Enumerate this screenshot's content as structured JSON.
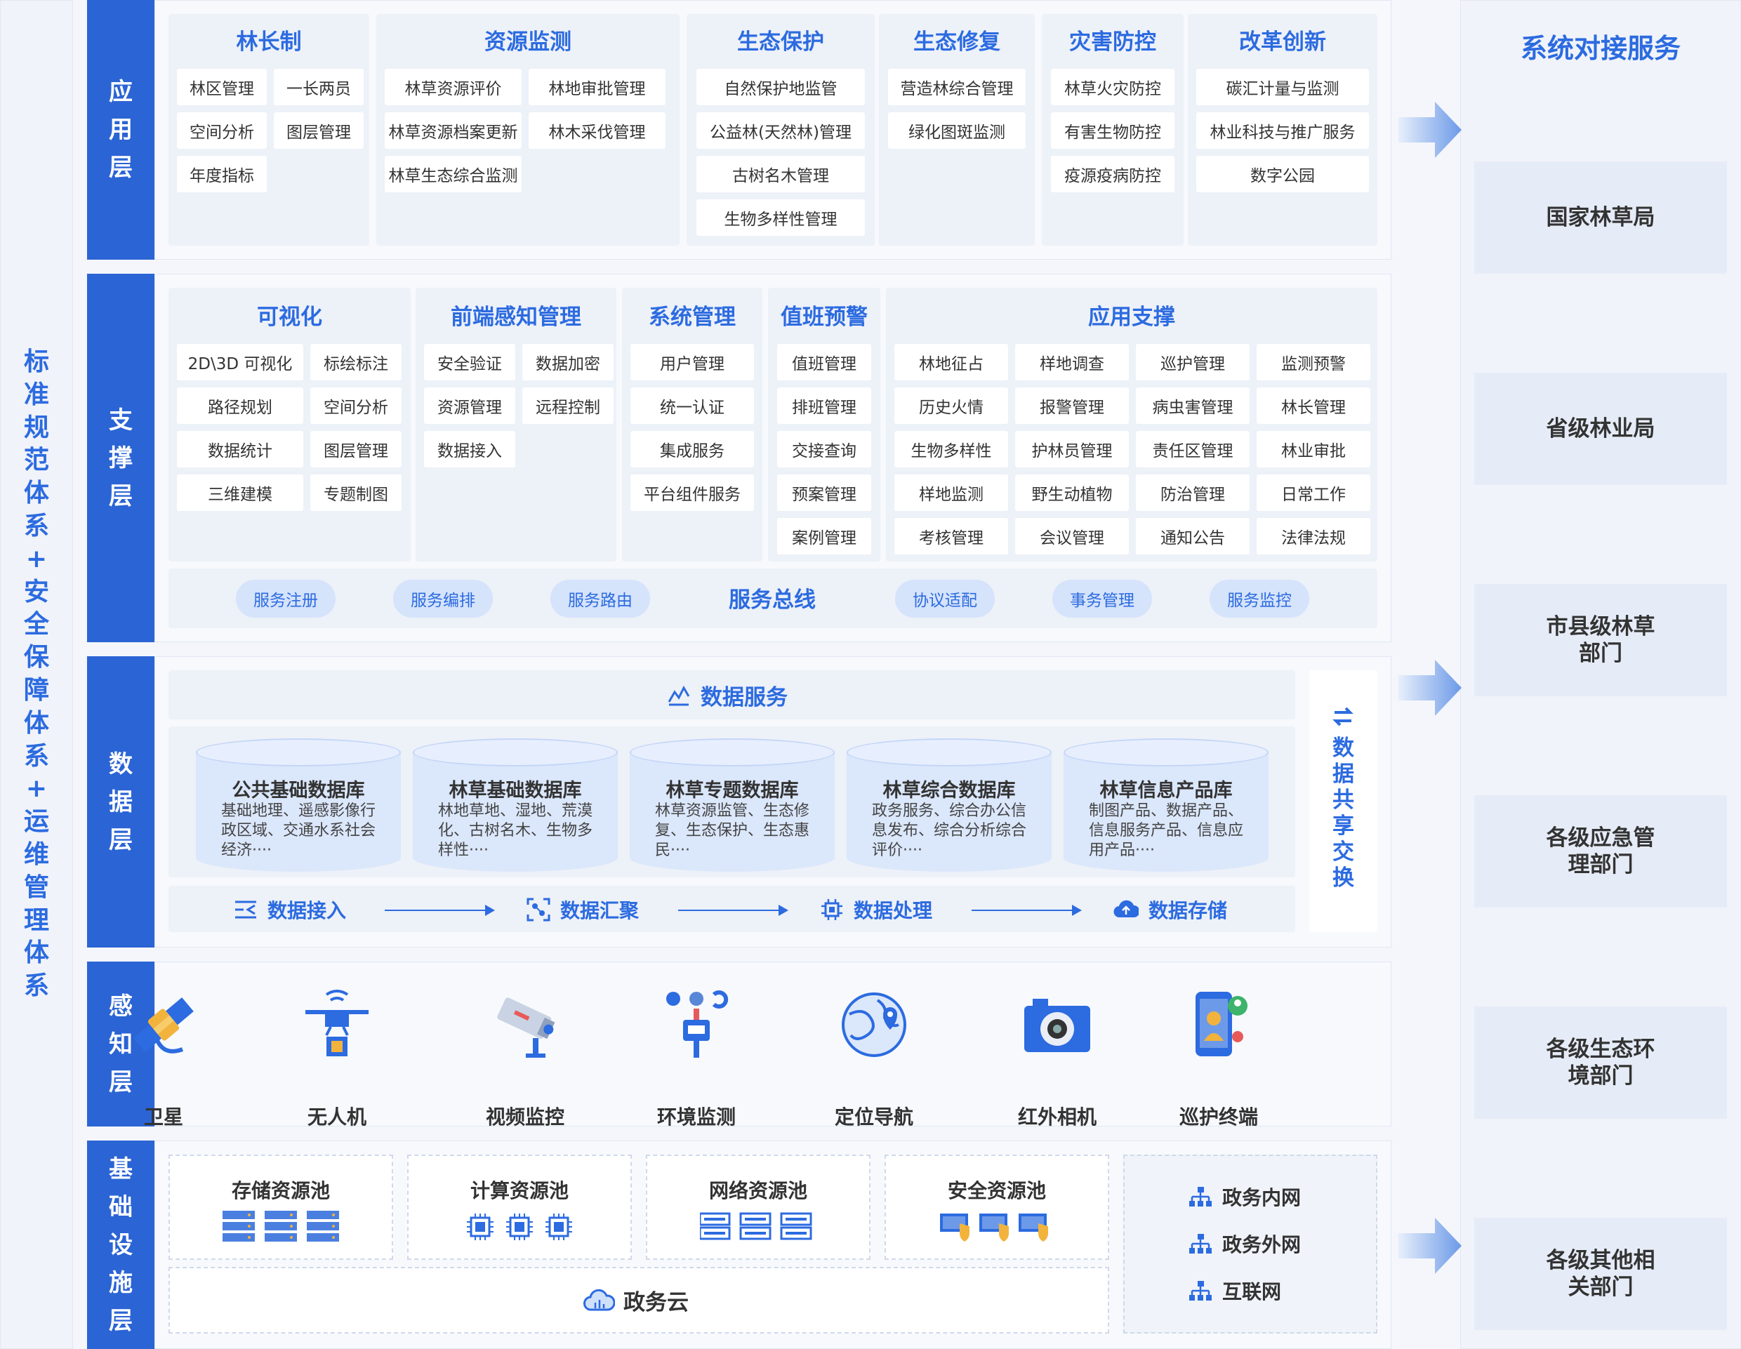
{
  "left_column": {
    "chars": [
      "标",
      "准",
      "规",
      "范",
      "体",
      "系",
      "+",
      "安",
      "全",
      "保",
      "障",
      "体",
      "系",
      "+",
      "运",
      "维",
      "管",
      "理",
      "体",
      "系"
    ]
  },
  "layers": {
    "application": {
      "label": [
        "应",
        "用",
        "层"
      ]
    },
    "support": {
      "label": [
        "支",
        "撑",
        "层"
      ]
    },
    "data": {
      "label": [
        "数",
        "据",
        "层"
      ]
    },
    "sensing": {
      "label": [
        "感",
        "知",
        "层"
      ]
    },
    "infra": {
      "label": [
        "基",
        "础",
        "设",
        "施",
        "层"
      ]
    }
  },
  "app_groups": [
    {
      "title": "林长制",
      "items": [
        "林区管理",
        "一长两员",
        "空间分析",
        "图层管理",
        "年度指标"
      ]
    },
    {
      "title": "资源监测",
      "items": [
        "林草资源评价",
        "林地审批管理",
        "林草资源档案更新",
        "林木采伐管理",
        "林草生态综合监测"
      ]
    },
    {
      "title": "生态保护",
      "items": [
        "自然保护地监管",
        "公益林(天然林)管理",
        "古树名木管理",
        "生物多样性管理"
      ]
    },
    {
      "title": "生态修复",
      "items": [
        "营造林综合管理",
        "绿化图斑监测"
      ]
    },
    {
      "title": "灾害防控",
      "items": [
        "林草火灾防控",
        "有害生物防控",
        "疫源疫病防控"
      ]
    },
    {
      "title": "改革创新",
      "items": [
        "碳汇计量与监测",
        "林业科技与推广服务",
        "数字公园"
      ]
    }
  ],
  "support_groups": [
    {
      "title": "可视化",
      "items": [
        "2D\\3D 可视化",
        "标绘标注",
        "路径规划",
        "空间分析",
        "数据统计",
        "图层管理",
        "三维建模",
        "专题制图"
      ]
    },
    {
      "title": "前端感知管理",
      "items": [
        "安全验证",
        "数据加密",
        "资源管理",
        "远程控制",
        "数据接入"
      ]
    },
    {
      "title": "系统管理",
      "items": [
        "用户管理",
        "统一认证",
        "集成服务",
        "平台组件服务"
      ]
    },
    {
      "title": "值班预警",
      "items": [
        "值班管理",
        "排班管理",
        "交接查询",
        "预案管理",
        "案例管理"
      ]
    },
    {
      "title": "应用支撑",
      "items": [
        "林地征占",
        "样地调查",
        "巡护管理",
        "监测预警",
        "历史火情",
        "报警管理",
        "病虫害管理",
        "林长管理",
        "生物多样性",
        "护林员管理",
        "责任区管理",
        "林业审批",
        "样地监测",
        "野生动植物",
        "防治管理",
        "日常工作",
        "考核管理",
        "会议管理",
        "通知公告",
        "法律法规"
      ]
    }
  ],
  "service_bus": {
    "title": "服务总线",
    "pills": [
      "服务注册",
      "服务编排",
      "服务路由",
      "协议适配",
      "事务管理",
      "服务监控"
    ]
  },
  "data_layer": {
    "service_title": "数据服务",
    "databases": [
      {
        "title": "公共基础数据库",
        "desc": "基础地理、遥感影像行政区域、交通水系社会经济····"
      },
      {
        "title": "林草基础数据库",
        "desc": "林地草地、湿地、荒漠化、古树名木、生物多样性····"
      },
      {
        "title": "林草专题数据库",
        "desc": "林草资源监管、生态修复、生态保护、生态惠民····"
      },
      {
        "title": "林草综合数据库",
        "desc": "政务服务、综合办公信息发布、综合分析综合评价····"
      },
      {
        "title": "林草信息产品库",
        "desc": "制图产品、数据产品、信息服务产品、信息应用产品····"
      }
    ],
    "flow": [
      "数据接入",
      "数据汇聚",
      "数据处理",
      "数据存储"
    ],
    "share": [
      "数",
      "据",
      "共",
      "享",
      "交",
      "换"
    ]
  },
  "sensing": [
    "卫星",
    "无人机",
    "视频监控",
    "环境监测",
    "定位导航",
    "红外相机",
    "巡护终端"
  ],
  "infra": {
    "pools": [
      "存储资源池",
      "计算资源池",
      "网络资源池",
      "安全资源池"
    ],
    "cloud": "政务云",
    "networks": [
      "政务内网",
      "政务外网",
      "互联网"
    ]
  },
  "right": {
    "title": "系统对接服务",
    "boxes": [
      "国家林草局",
      "省级林业局",
      "市县级林草部门",
      "各级应急管理部门",
      "各级生态环境部门",
      "各级其他相关部门"
    ]
  },
  "colors": {
    "accent": "#2c6be0",
    "layer_label": "#2b64d4",
    "pill": "#d5e3fb"
  }
}
